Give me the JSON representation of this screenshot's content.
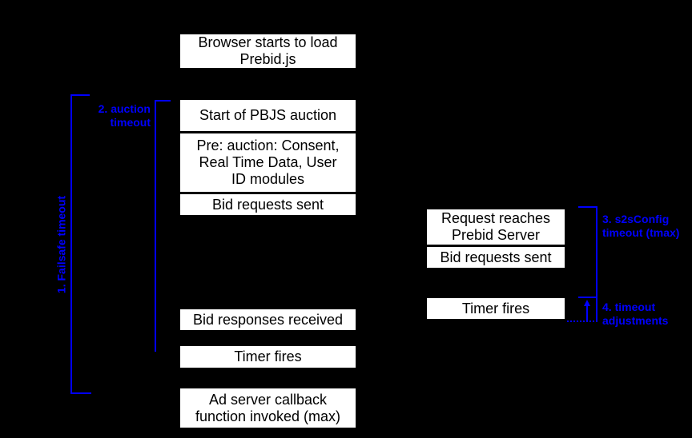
{
  "colors": {
    "background": "#000000",
    "box_background": "#ffffff",
    "box_text": "#000000",
    "accent_blue": "#0000ff"
  },
  "client_timeline": {
    "browser_load": "Browser starts to load\nPrebid.js",
    "auction_start": "Start of PBJS auction",
    "pre_auction": "Pre: auction: Consent,\nReal Time Data, User\nID modules",
    "bid_requests_sent": "Bid requests sent",
    "bid_responses_received": "Bid responses received",
    "timer_fires": "Timer fires",
    "ad_server_callback": "Ad server callback\nfunction invoked (max)"
  },
  "server_timeline": {
    "request_reaches": "Request reaches\nPrebid Server",
    "bid_requests_sent": "Bid requests sent",
    "timer_fires": "Timer fires"
  },
  "annotations": {
    "failsafe_timeout": "1. Failsafe timeout",
    "auction_timeout": "2. auction\ntimeout",
    "s2s_timeout": "3. s2sConfig\ntimeout (tmax)",
    "timeout_adjustments": "4. timeout\nadjustments"
  }
}
